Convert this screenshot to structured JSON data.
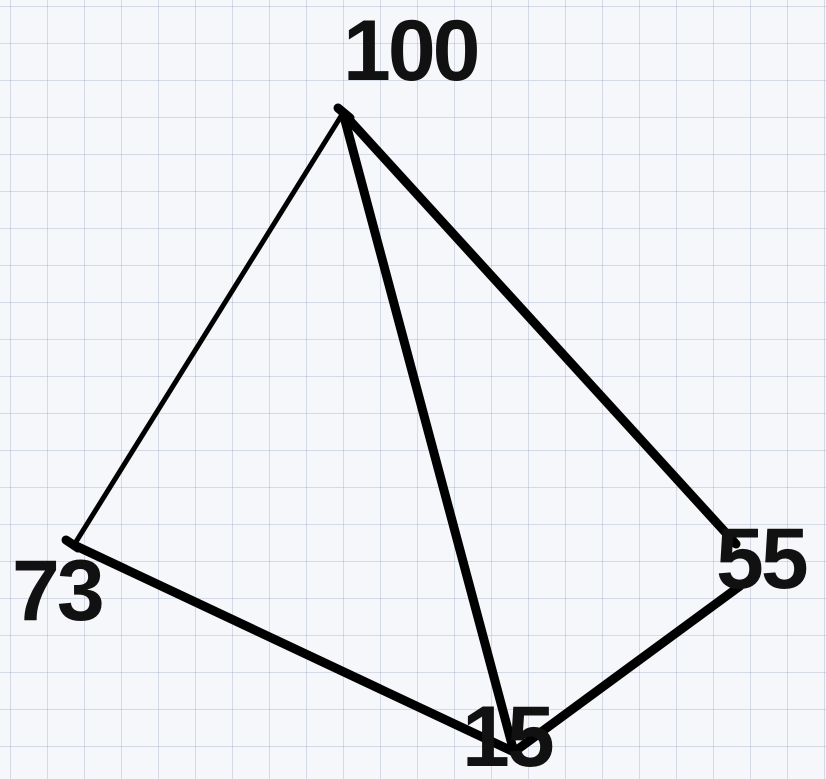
{
  "diagram": {
    "nodes": [
      {
        "id": "n100",
        "label": "100"
      },
      {
        "id": "n73",
        "label": "73"
      },
      {
        "id": "n55",
        "label": "55"
      },
      {
        "id": "n15",
        "label": "15"
      }
    ],
    "edges": [
      {
        "from": "n100",
        "to": "n73"
      },
      {
        "from": "n100",
        "to": "n15"
      },
      {
        "from": "n100",
        "to": "n55"
      },
      {
        "from": "n73",
        "to": "n15"
      },
      {
        "from": "n15",
        "to": "n55"
      }
    ],
    "colors": {
      "line": "#000000",
      "text": "#111111",
      "paper": "#f6f7fa",
      "grid": "#96a5be"
    }
  }
}
